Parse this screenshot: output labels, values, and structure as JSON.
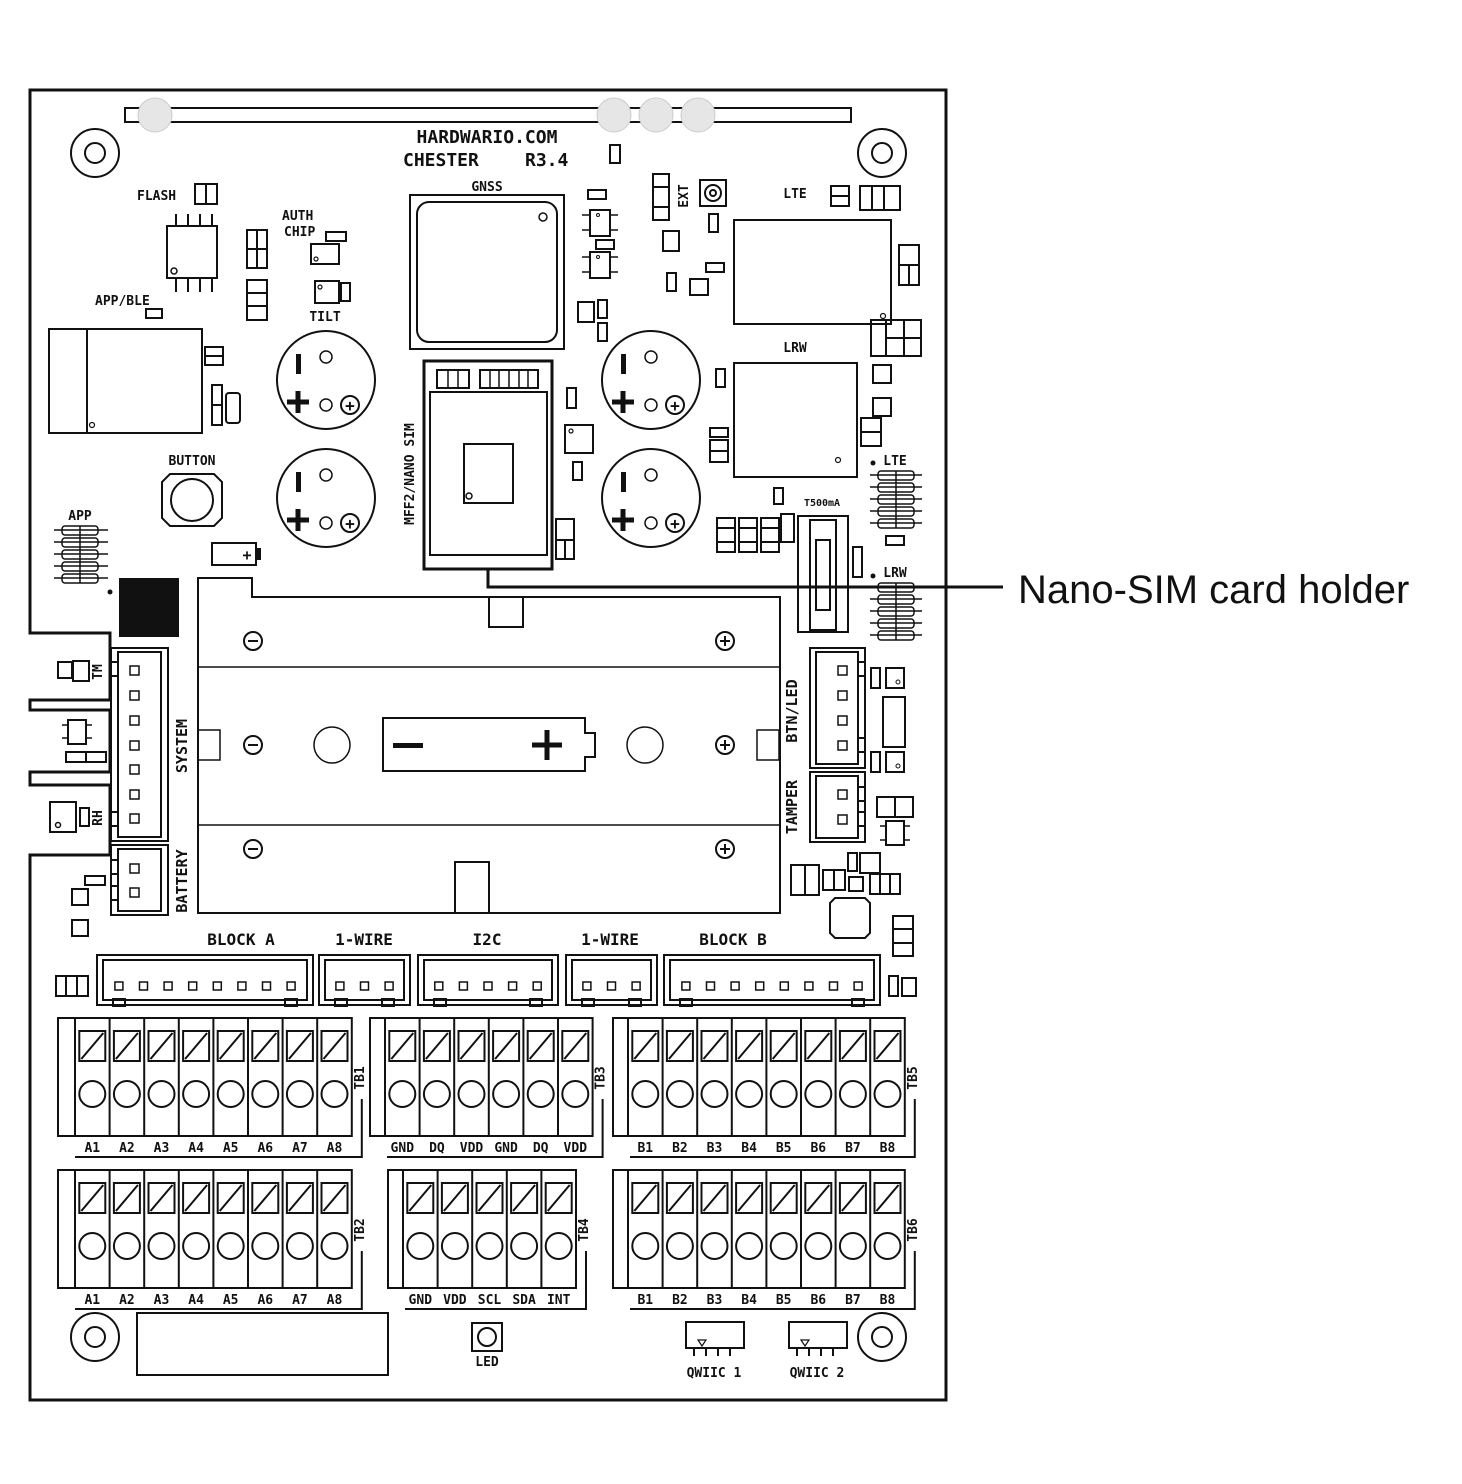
{
  "board": {
    "brand": "HARDWARIO.COM",
    "model": "CHESTER",
    "revision": "R3.4"
  },
  "labels": {
    "flash": "FLASH",
    "auth_chip": [
      "AUTH",
      "CHIP"
    ],
    "app_ble": "APP/BLE",
    "tilt": "TILT",
    "button": "BUTTON",
    "app": "APP",
    "gnss": "GNSS",
    "ext": "EXT",
    "lte": "LTE",
    "lrw": "LRW",
    "sim": "MFF2/NANO SIM",
    "lte_header": "LTE",
    "lrw_header": "LRW",
    "fuse": "T500mA",
    "tm": "TM",
    "rh": "RH",
    "system": "SYSTEM",
    "battery": "BATTERY",
    "btn_led": "BTN/LED",
    "tamper": "TAMPER",
    "led": "LED",
    "qwiic1": "QWIIC 1",
    "qwiic2": "QWIIC 2"
  },
  "connectors": [
    {
      "label": "BLOCK A",
      "pins": 8
    },
    {
      "label": "1-WIRE",
      "pins": 3
    },
    {
      "label": "I2C",
      "pins": 5
    },
    {
      "label": "1-WIRE",
      "pins": 3
    },
    {
      "label": "BLOCK B",
      "pins": 8
    }
  ],
  "terminal_blocks": [
    {
      "id": "TB1",
      "pins": [
        "A1",
        "A2",
        "A3",
        "A4",
        "A5",
        "A6",
        "A7",
        "A8"
      ]
    },
    {
      "id": "TB3",
      "pins": [
        "GND",
        "DQ",
        "VDD",
        "GND",
        "DQ",
        "VDD"
      ]
    },
    {
      "id": "TB5",
      "pins": [
        "B1",
        "B2",
        "B3",
        "B4",
        "B5",
        "B6",
        "B7",
        "B8"
      ]
    },
    {
      "id": "TB2",
      "pins": [
        "A1",
        "A2",
        "A3",
        "A4",
        "A5",
        "A6",
        "A7",
        "A8"
      ]
    },
    {
      "id": "TB4",
      "pins": [
        "GND",
        "VDD",
        "SCL",
        "SDA",
        "INT"
      ]
    },
    {
      "id": "TB6",
      "pins": [
        "B1",
        "B2",
        "B3",
        "B4",
        "B5",
        "B6",
        "B7",
        "B8"
      ]
    }
  ],
  "callout": {
    "text": "Nano-SIM card holder"
  }
}
